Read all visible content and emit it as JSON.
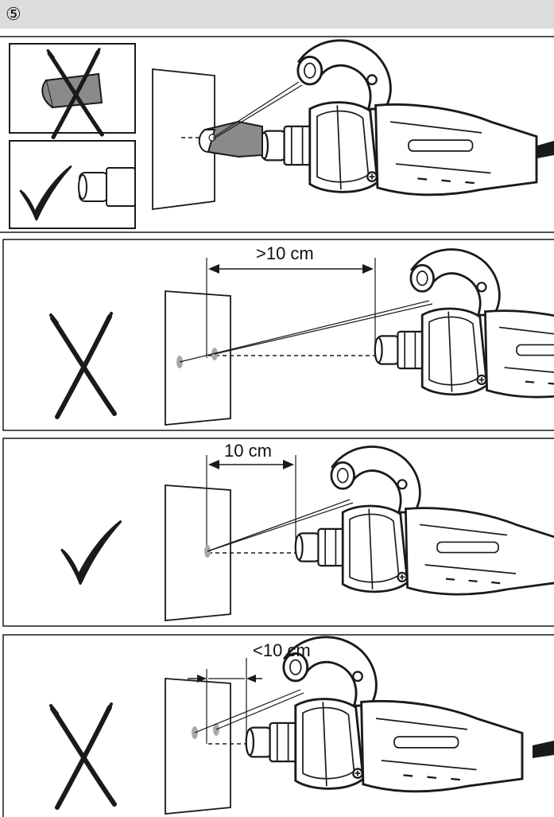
{
  "header": {
    "step_label": "⑤"
  },
  "panels": [
    {
      "verdict": "wrong",
      "distance_label": ""
    },
    {
      "verdict": "wrong",
      "distance_label": ">10 cm"
    },
    {
      "verdict": "correct",
      "distance_label": "10 cm"
    },
    {
      "verdict": "wrong",
      "distance_label": "<10 cm"
    }
  ],
  "icons": {
    "wrong": "cross-icon",
    "correct": "checkmark-icon"
  },
  "colors": {
    "header_bg": "#dcdcdc",
    "line": "#1a1a1a",
    "nozzle_gray": "#8a8a8a",
    "dot_gray": "#a8a8a8"
  }
}
